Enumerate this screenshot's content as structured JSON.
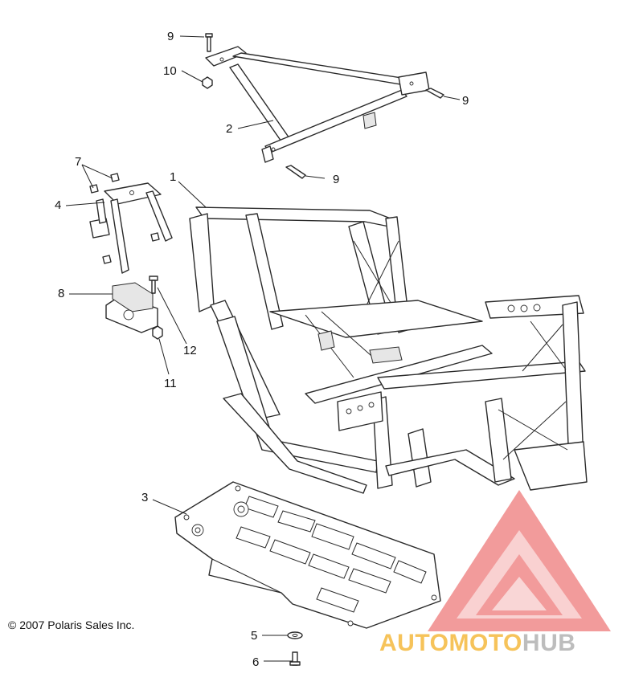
{
  "labels": [
    {
      "id": "9a",
      "text": "9"
    },
    {
      "id": "10",
      "text": "10"
    },
    {
      "id": "9b",
      "text": "9"
    },
    {
      "id": "2",
      "text": "2"
    },
    {
      "id": "9c",
      "text": "9"
    },
    {
      "id": "7",
      "text": "7"
    },
    {
      "id": "1",
      "text": "1"
    },
    {
      "id": "4",
      "text": "4"
    },
    {
      "id": "8",
      "text": "8"
    },
    {
      "id": "12",
      "text": "12"
    },
    {
      "id": "11",
      "text": "11"
    },
    {
      "id": "3",
      "text": "3"
    },
    {
      "id": "5",
      "text": "5"
    },
    {
      "id": "6",
      "text": "6"
    }
  ],
  "copyright": "© 2007 Polaris Sales Inc.",
  "watermark": {
    "part_a": "AUTOMOTO",
    "part_b": "HUB",
    "logo_color": "#f08a8a",
    "accent_color": "#f6c35a",
    "gray_color": "#bdbdbd"
  }
}
